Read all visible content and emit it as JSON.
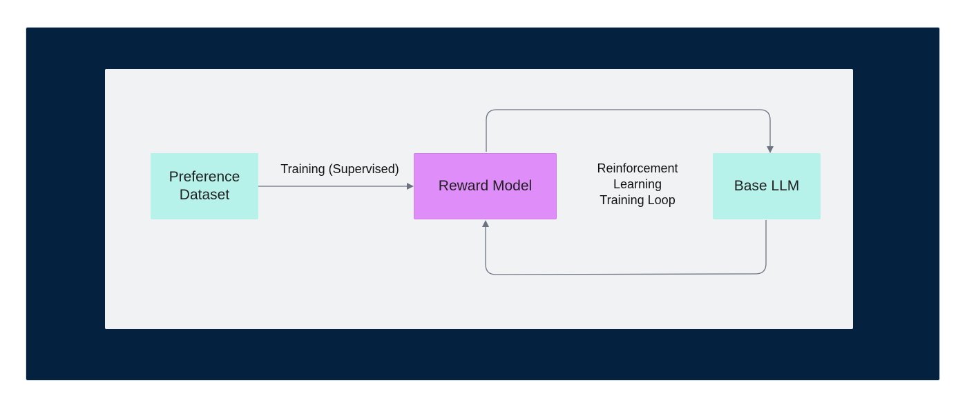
{
  "diagram": {
    "nodes": {
      "preference_dataset": {
        "line1": "Preference",
        "line2": "Dataset",
        "color": "#b6f2ea"
      },
      "reward_model": {
        "label": "Reward Model",
        "color": "#df8df9"
      },
      "base_llm": {
        "label": "Base LLM",
        "color": "#b6f2ea"
      }
    },
    "edges": {
      "training_supervised": {
        "label": "Training (Supervised)"
      },
      "rl_loop": {
        "line1": "Reinforcement",
        "line2": "Learning",
        "line3": "Training Loop"
      }
    },
    "colors": {
      "frame": "#04213f",
      "canvas": "#f1f2f4",
      "connector": "#6b7280"
    }
  }
}
